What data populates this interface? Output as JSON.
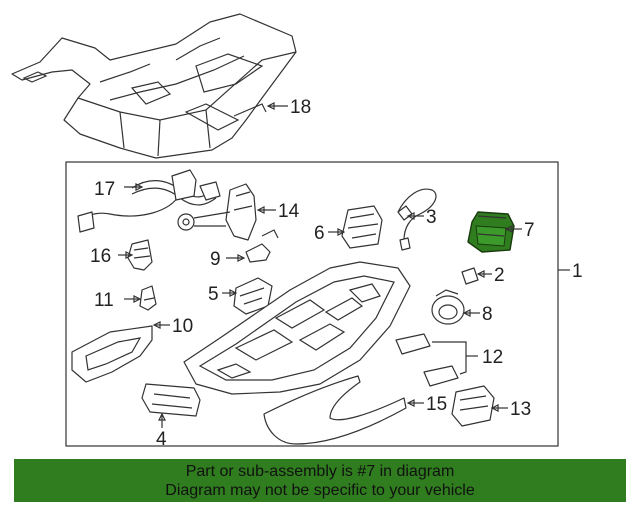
{
  "callouts": {
    "c1": "1",
    "c2": "2",
    "c3": "3",
    "c4": "4",
    "c5": "5",
    "c6": "6",
    "c7": "7",
    "c8": "8",
    "c9": "9",
    "c10": "10",
    "c11": "11",
    "c12": "12",
    "c13": "13",
    "c14": "14",
    "c15": "15",
    "c16": "16",
    "c17": "17",
    "c18": "18"
  },
  "banner": {
    "line1": "Part or sub-assembly is #7 in diagram",
    "line2": "Diagram may not be specific to your vehicle"
  },
  "colors": {
    "highlight": "#2f7d1e",
    "banner": "#2f7d1e"
  },
  "highlighted_part": "7"
}
